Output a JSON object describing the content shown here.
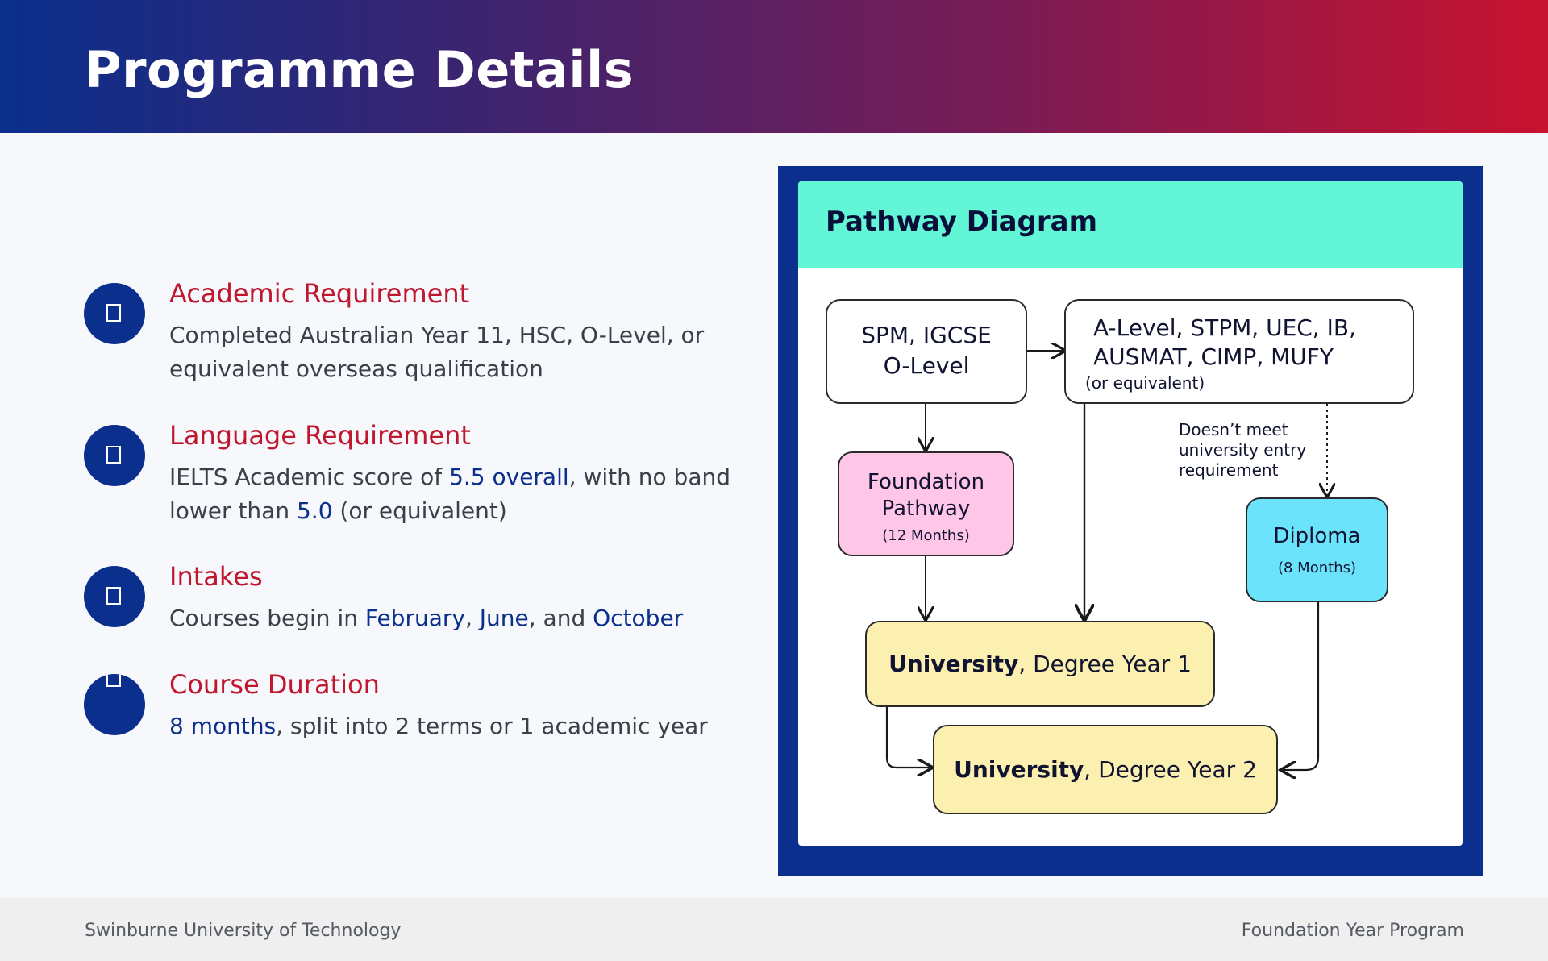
{
  "header": {
    "title": "Programme Details"
  },
  "items": [
    {
      "title": "Academic Requirement",
      "desc": "Completed Australian Year 11, HSC, O-Level, or equivalent overseas qualification"
    },
    {
      "title": "Language Requirement",
      "desc_parts": {
        "p1": "IELTS Academic score of ",
        "h1": "5.5 overall",
        "p2": ", with no band lower than ",
        "h2": "5.0",
        "p3": " (or equivalent)"
      }
    },
    {
      "title": "Intakes",
      "desc_parts": {
        "p1": "Courses begin in ",
        "h1": "February",
        "p2": ", ",
        "h2": "June",
        "p3": ", and ",
        "h3": "October"
      }
    },
    {
      "title": "Course Duration",
      "desc_parts": {
        "h1": "8 months",
        "p1": ", split into 2 terms or 1 academic year"
      }
    }
  ],
  "diagram": {
    "title": "Pathway Diagram",
    "nodes": {
      "spm": {
        "line1": "SPM, IGCSE",
        "line2": "O-Level"
      },
      "alevel": {
        "line1": "A-Level, STPM, UEC, IB,",
        "line2": "AUSMAT, CIMP, MUFY",
        "note": "(or equivalent)"
      },
      "foundation": {
        "line1": "Foundation",
        "line2": "Pathway",
        "note": "(12 Months)"
      },
      "diploma": {
        "line1": "Diploma",
        "note": "(8 Months)"
      },
      "year1": {
        "bold": "University",
        "rest": ", Degree Year 1"
      },
      "year2": {
        "bold": "University",
        "rest": ", Degree Year 2"
      }
    },
    "note_label": {
      "line1": "Doesn’t meet",
      "line2": "university entry",
      "line3": "requirement"
    }
  },
  "footer": {
    "left": "Swinburne University of Technology",
    "right": "Foundation Year Program"
  },
  "colors": {
    "navy": "#0a2f8c",
    "red": "#c0172f",
    "teal": "#62f6d6",
    "pink": "#ffc6e8",
    "cyan": "#6ae3fb",
    "yellow": "#fbf0b0"
  }
}
